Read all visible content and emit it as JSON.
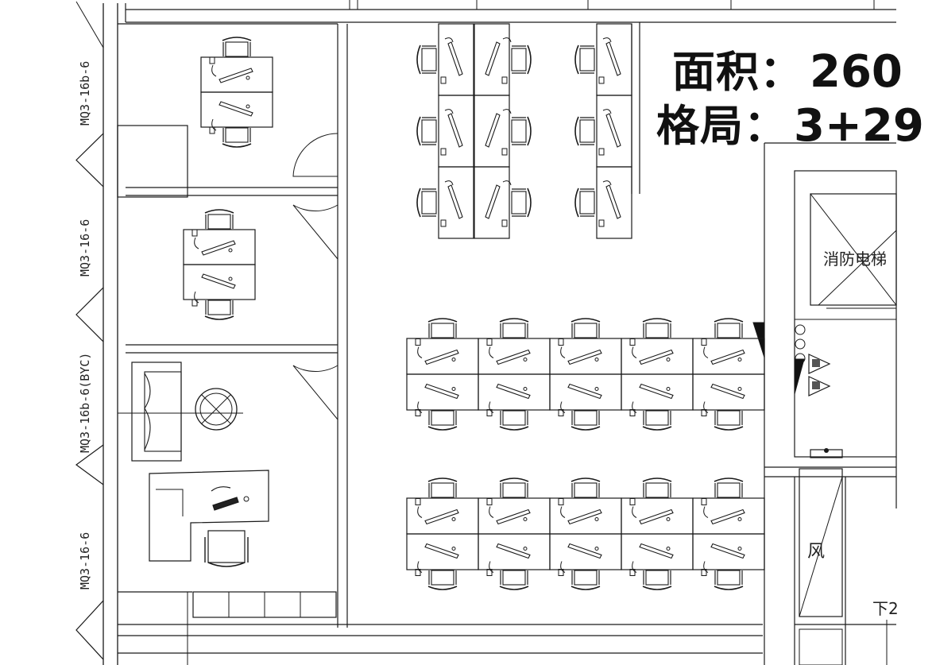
{
  "annotation": {
    "area_label": "面积：",
    "area_value": "260",
    "layout_label": "格局：",
    "layout_value": "3+29"
  },
  "axis_labels": [
    "MQ3-16b-6",
    "MQ3-16-6",
    "MQ3-16b-6(BYC)",
    "MQ3-16-6"
  ],
  "rooms": {
    "fire_elevator": "消防电梯",
    "air_shaft": "风",
    "stair_down": "下2"
  },
  "colors": {
    "ink": "#1a1a1a",
    "background": "#ffffff"
  },
  "icons": [
    "desk-icon",
    "chair-icon",
    "sofa-icon",
    "round-table-icon",
    "keyboard-icon",
    "elevator-icon"
  ]
}
